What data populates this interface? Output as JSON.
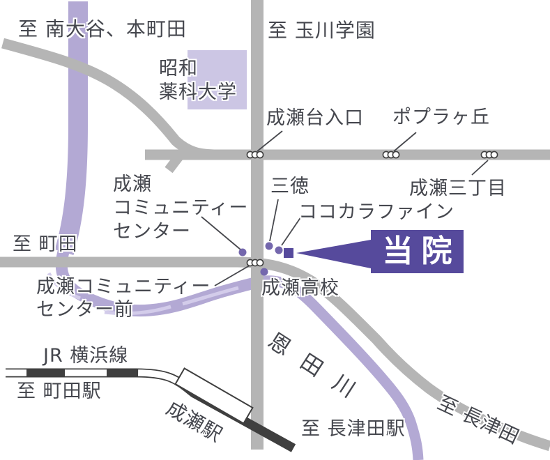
{
  "map": {
    "title": "clinic access map",
    "colors": {
      "road": "#b5b5b5",
      "river": "#b3a9d4",
      "river_highlight": "#d3ccea",
      "railway": "#3f3f3f",
      "location_dot": "#7467ad",
      "clinic_accent": "#564a9c",
      "facility_block": "#ccc6e4",
      "label_text": "#45474e",
      "background": "#ffffff"
    },
    "icons": {
      "bus_stop": "three-joined-circles",
      "location": "purple-dot",
      "clinic_marker": "purple-square",
      "callout": "left-pointing-flag"
    },
    "labels": {
      "to_minamioya_honmachida": "至 南大谷、本町田",
      "to_tamagawa_gakuen": "至 玉川学園",
      "showa_pharma_univ": "昭和\n薬科大学",
      "narusedai_iriguchi": "成瀬台入口",
      "poplar_gaoka": "ポプラヶ丘",
      "naruse_sanchome": "成瀬三丁目",
      "naruse_community_center": "成瀬\nコミュニティー\nセンター",
      "santoku": "三徳",
      "cocokara_fine": "ココカラファイン",
      "to_machida": "至 町田",
      "community_center_mae": "成瀬コミュニティー\nセンター前",
      "naruse_high_school": "成瀬高校",
      "clinic": "当院",
      "onda_river": "恩田川",
      "jr_yokohama_line": "JR 横浜線",
      "to_machida_station": "至 町田駅",
      "naruse_station": "成瀬駅",
      "to_nagatsuta_station": "至 長津田駅",
      "to_nagatsuta": "至 長津田"
    }
  }
}
